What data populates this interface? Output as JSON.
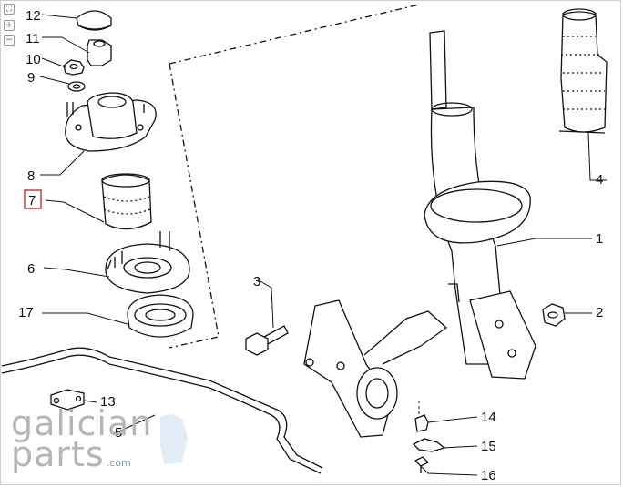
{
  "callouts": {
    "c1": "1",
    "c2": "2",
    "c3": "3",
    "c4": "4",
    "c5": "5",
    "c6": "6",
    "c7": "7",
    "c8": "8",
    "c9": "9",
    "c10": "10",
    "c11": "11",
    "c12": "12",
    "c13": "13",
    "c14": "14",
    "c15": "15",
    "c16": "16",
    "c17": "17"
  },
  "selected_callout": "7",
  "highlight_color": "#d62b2b",
  "toolbar": {
    "fit": "⛶",
    "zoom_in": "+",
    "zoom_out": "−"
  },
  "watermark": {
    "line1": "galician",
    "line2": "parts",
    "domain": ".com"
  }
}
